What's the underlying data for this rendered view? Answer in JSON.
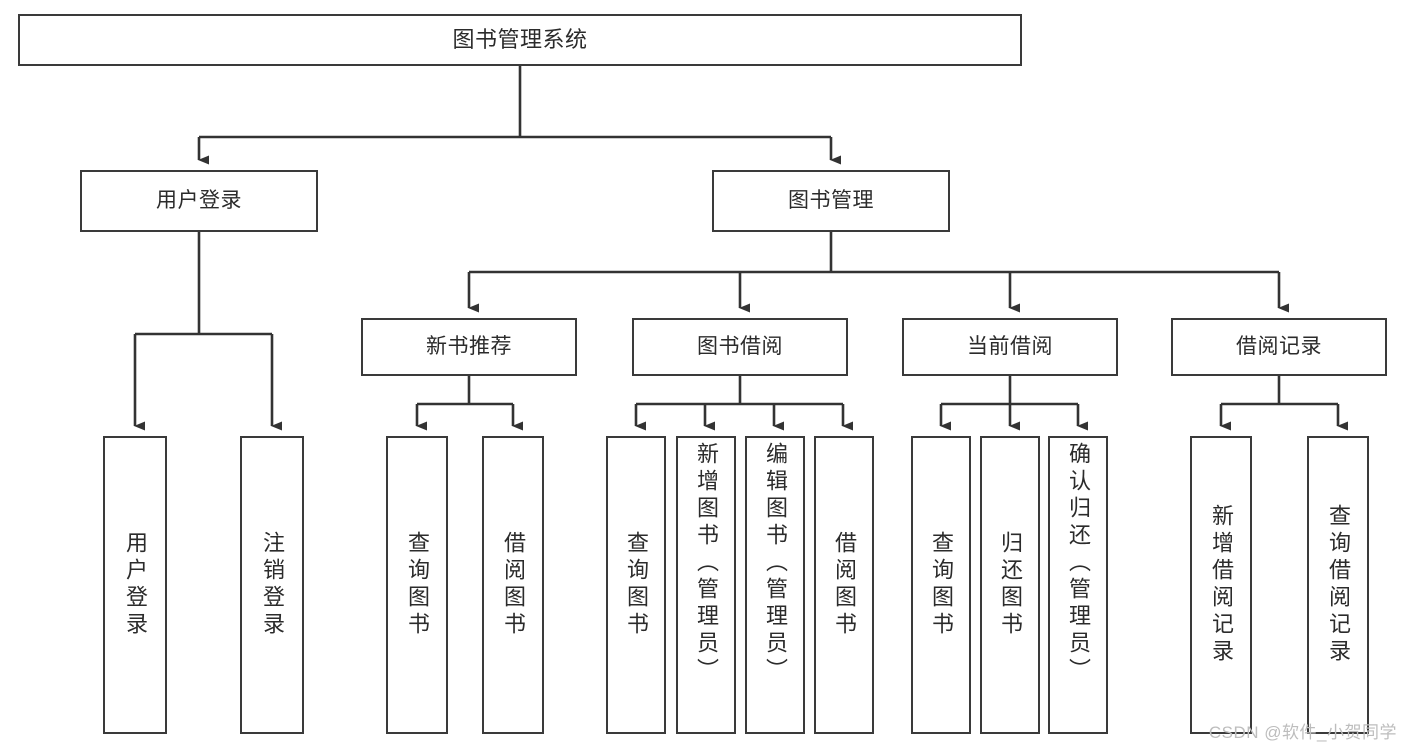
{
  "diagram": {
    "title": "图书管理系统",
    "type": "tree-hierarchy",
    "watermark": "CSDN @软件_小贺同学",
    "colors": {
      "box_border": "#3a3a3a",
      "box_fill": "#ffffff",
      "edge": "#333333",
      "text": "#2b2b2b",
      "watermark": "#bdbdbd",
      "background": "#ffffff"
    },
    "levels": {
      "root": "图书管理系统",
      "level2": [
        "用户登录",
        "图书管理"
      ],
      "level3": [
        "新书推荐",
        "图书借阅",
        "当前借阅",
        "借阅记录"
      ]
    }
  },
  "nodes": {
    "root": {
      "label": "图书管理系统"
    },
    "user_login": {
      "label": "用户登录"
    },
    "book_manage": {
      "label": "图书管理"
    },
    "new_book_rec": {
      "label": "新书推荐"
    },
    "book_borrow": {
      "label": "图书借阅"
    },
    "current_borrow": {
      "label": "当前借阅"
    },
    "borrow_record": {
      "label": "借阅记录"
    },
    "leaf_user_login": {
      "label": "用户登录"
    },
    "leaf_logout": {
      "label": "注销登录"
    },
    "leaf_query_book_1": {
      "label": "查询图书"
    },
    "leaf_borrow_book_1": {
      "label": "借阅图书"
    },
    "leaf_query_book_2": {
      "label": "查询图书"
    },
    "leaf_add_book": {
      "label": "新增图书（管理员）"
    },
    "leaf_edit_book": {
      "label": "编辑图书（管理员）"
    },
    "leaf_borrow_book_2": {
      "label": "借阅图书"
    },
    "leaf_query_book_3": {
      "label": "查询图书"
    },
    "leaf_return_book": {
      "label": "归还图书"
    },
    "leaf_confirm_return": {
      "label": "确认归还（管理员）"
    },
    "leaf_add_record": {
      "label": "新增借阅记录"
    },
    "leaf_query_record": {
      "label": "查询借阅记录"
    }
  }
}
